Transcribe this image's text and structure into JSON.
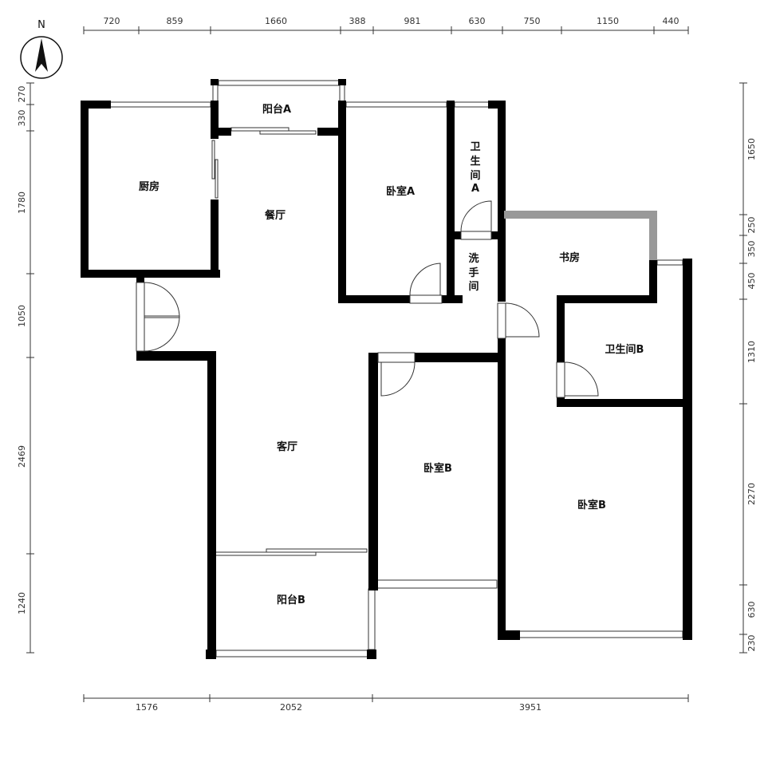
{
  "compass": {
    "north_label": "N"
  },
  "dimensions": {
    "top": [
      "720",
      "859",
      "1660",
      "388",
      "981",
      "630",
      "750",
      "1150",
      "440"
    ],
    "bottom": [
      "1576",
      "2052",
      "3951"
    ],
    "left": [
      "270",
      "330",
      "1780",
      "1050",
      "2469",
      "1240"
    ],
    "right": [
      "1650",
      "250",
      "350",
      "450",
      "1310",
      "2270",
      "630",
      "230"
    ]
  },
  "rooms": {
    "balcony_a": "阳台A",
    "kitchen": "厨房",
    "dining": "餐厅",
    "bedroom_a": "卧室A",
    "bath_a_1": "卫",
    "bath_a_2": "生",
    "bath_a_3": "间",
    "bath_a_4": "A",
    "wash_1": "洗",
    "wash_2": "手",
    "wash_3": "间",
    "study": "书房",
    "bath_b": "卫生间B",
    "living": "客厅",
    "bedroom_b_mid": "卧室B",
    "bedroom_b_right": "卧室B",
    "balcony_b": "阳台B"
  }
}
